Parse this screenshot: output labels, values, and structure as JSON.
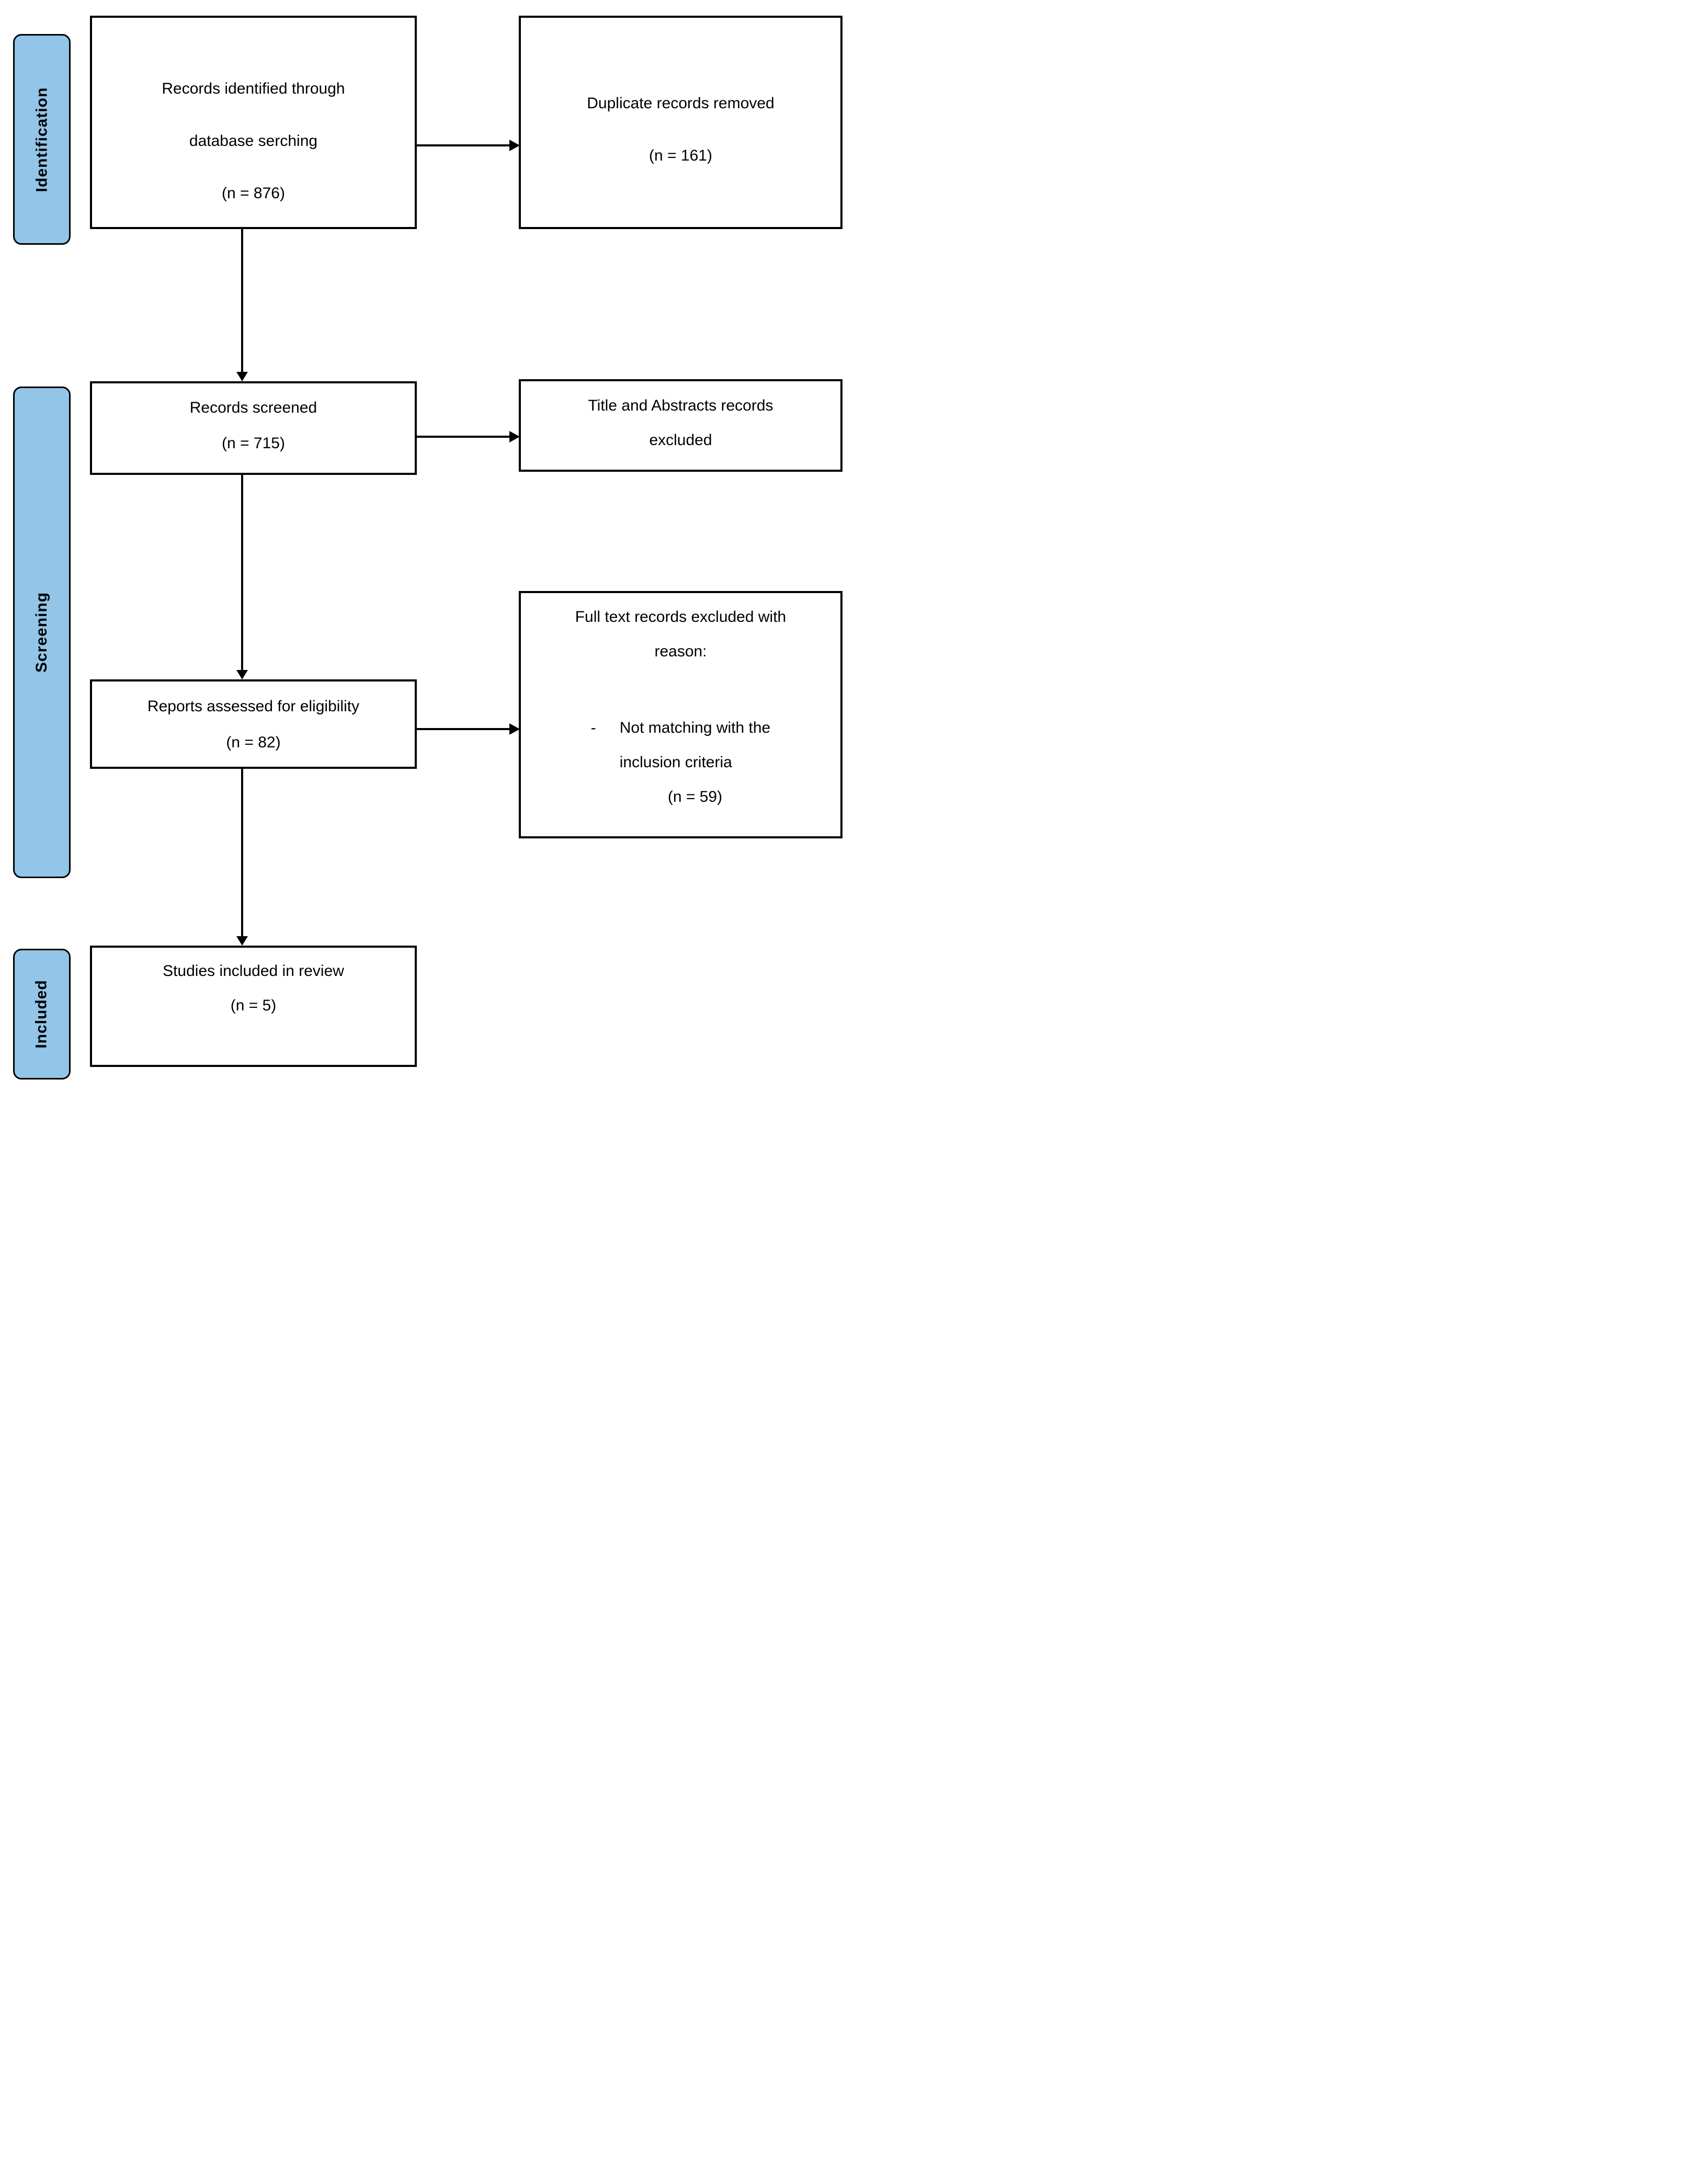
{
  "diagram_type": "prisma-flowchart",
  "colors": {
    "stage_fill": "#92C5E8",
    "line": "#000000",
    "box_fill": "#ffffff",
    "text": "#000000"
  },
  "stages": {
    "identification": "Identification",
    "screening": "Screening",
    "included": "Included"
  },
  "boxes": {
    "identified": {
      "line1": "Records identified through",
      "line2": "database serching",
      "n": "(n = 876)"
    },
    "duplicates": {
      "line1": "Duplicate records removed",
      "n": "(n = 161)"
    },
    "screened": {
      "line1": "Records screened",
      "n": "(n = 715)"
    },
    "title_abstracts": {
      "line1": "Title and Abstracts records",
      "line2": "excluded"
    },
    "reports": {
      "line1": "Reports assessed for eligibility",
      "n": "(n = 82)"
    },
    "fulltext": {
      "line1": "Full text records excluded with",
      "line2": "reason:",
      "bullet_dash": "-",
      "bullet_line1": "Not matching with the",
      "bullet_line2": "inclusion criteria",
      "n": "(n = 59)"
    },
    "studies": {
      "line1": "Studies included in review",
      "n": "(n = 5)"
    }
  }
}
